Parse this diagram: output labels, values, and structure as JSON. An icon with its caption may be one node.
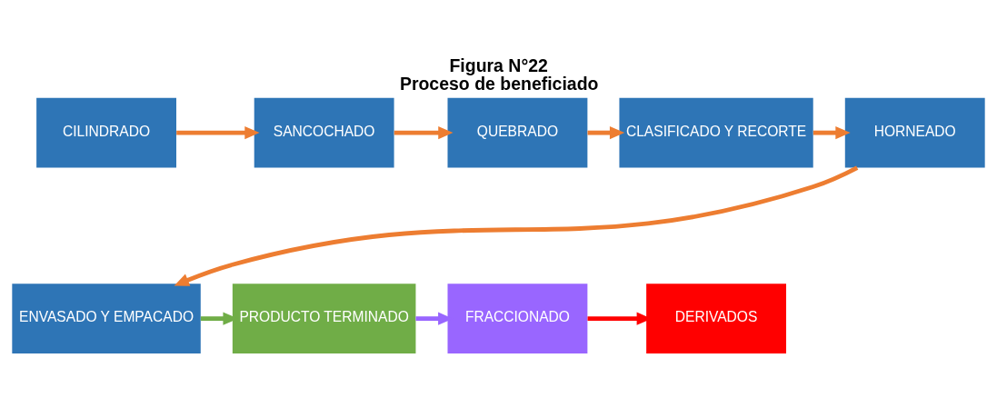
{
  "diagram": {
    "title": "Figura N°22",
    "caption": "Proceso de beneficiado",
    "nodes": [
      {
        "text": [
          "CILINDRADO"
        ]
      },
      {
        "text": [
          "SANCOCHADO"
        ]
      },
      {
        "text": [
          "QUEBRADO"
        ]
      },
      {
        "text": [
          "CLASIFICADO Y RECORTE"
        ]
      },
      {
        "text": [
          "HORNEADO"
        ]
      },
      {
        "text": [
          "ENVASADO Y EMPACADO"
        ]
      },
      {
        "text": [
          "PRODUCTO TERMINADO"
        ]
      },
      {
        "text": [
          "FRACCIONADO"
        ]
      },
      {
        "text": [
          "DERIVADOS"
        ]
      }
    ],
    "edges": [
      {
        "from": 0,
        "to": 1,
        "arrow": "to"
      },
      {
        "from": 1,
        "to": 2,
        "arrow": "to"
      },
      {
        "from": 2,
        "to": 3,
        "arrow": "to"
      },
      {
        "from": 3,
        "to": 4,
        "arrow": "to"
      },
      {
        "from": 4,
        "to": 5,
        "arrow": "to"
      },
      {
        "from": 5,
        "to": 6,
        "arrow": "to",
        "color": "#70ad47"
      },
      {
        "from": 6,
        "to": 7,
        "arrow": "to",
        "color": "#9966ff"
      },
      {
        "from": 7,
        "to": 8,
        "arrow": "to",
        "color": "#ff0000"
      }
    ]
  }
}
